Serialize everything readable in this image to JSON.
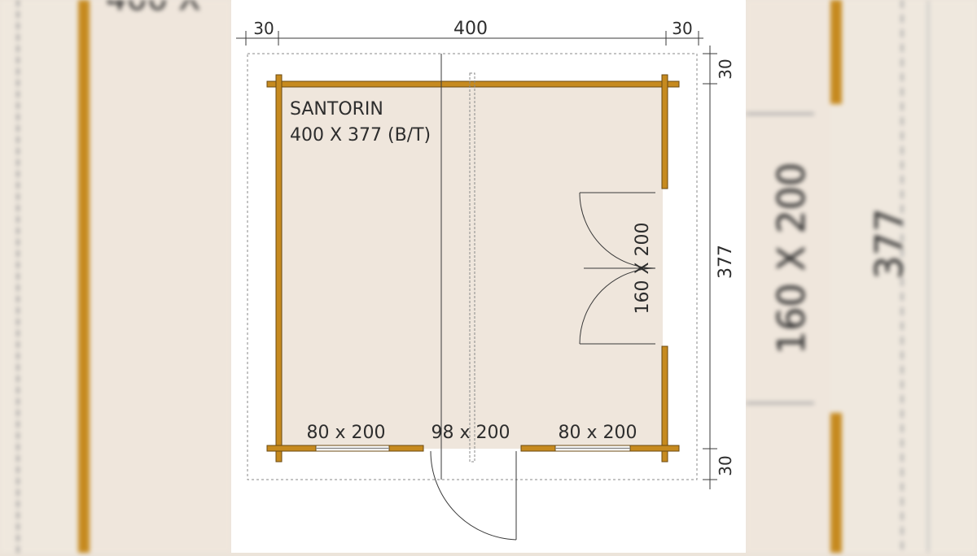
{
  "plan": {
    "title": "SANTORIN",
    "subtitle": "400 X 377 (B/T)",
    "dimensions": {
      "overhang_left": "30",
      "width": "400",
      "overhang_right": "30",
      "overhang_top": "30",
      "depth": "377",
      "overhang_bottom": "30"
    },
    "openings": {
      "window_left": "80 x 200",
      "door_front": "98 x 200",
      "window_right": "80 x 200",
      "double_door_side": "160 X 200"
    }
  },
  "background": {
    "left_dim": "400 X",
    "right_dim_depth": "377",
    "right_dim_door": "160 X 200"
  },
  "colors": {
    "floor": "#efe6dc",
    "wall": "#c68a1f",
    "wall_outline": "#6b4a12",
    "line": "#3a3a3a",
    "dashed": "#8a8a8a"
  }
}
